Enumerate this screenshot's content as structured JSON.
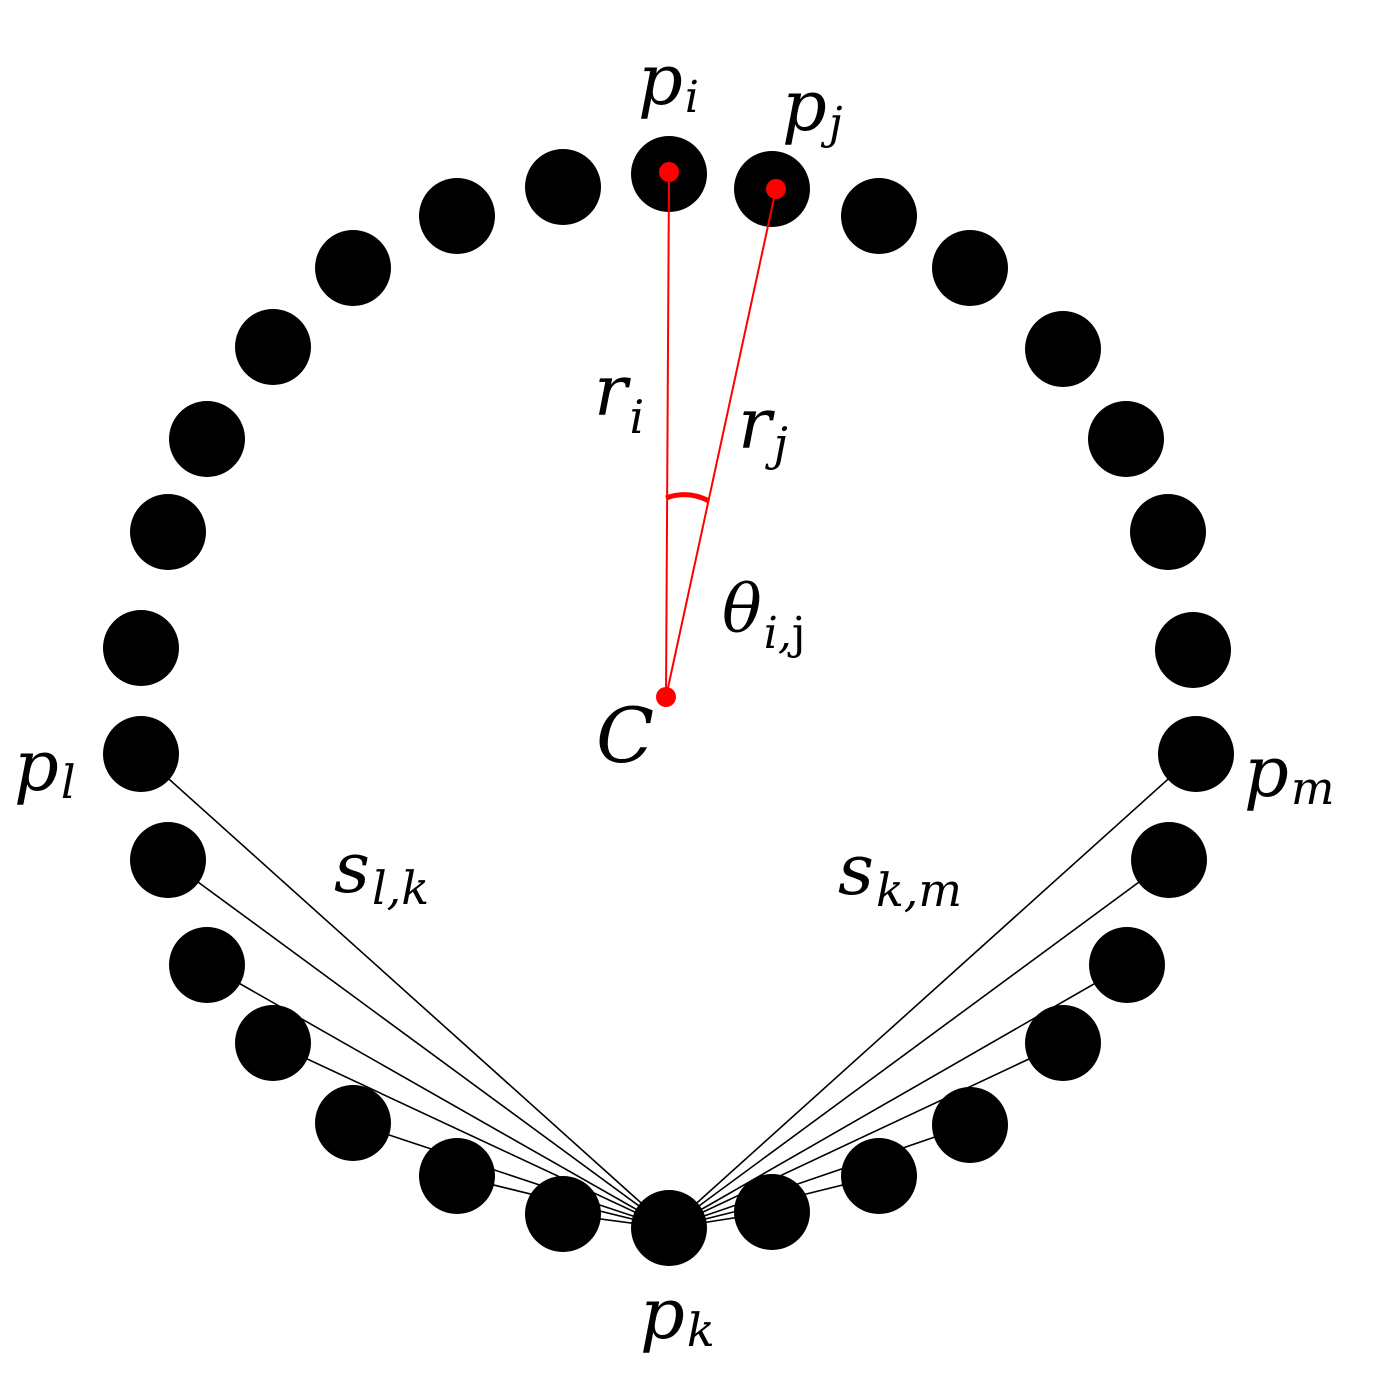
{
  "colors": {
    "node": "#000000",
    "accent": "#ff0000",
    "line": "#000000",
    "background": "#ffffff"
  },
  "labels": {
    "p_i": {
      "base": "p",
      "sub": "i"
    },
    "p_j": {
      "base": "p",
      "sub": "j"
    },
    "r_i": {
      "base": "r",
      "sub": "i"
    },
    "r_j": {
      "base": "r",
      "sub": "j"
    },
    "theta": {
      "base": "θ",
      "sub_italic": "i,",
      "sub_upright": "j"
    },
    "center": {
      "base": "C"
    },
    "p_l": {
      "base": "p",
      "sub": "l"
    },
    "p_m": {
      "base": "p",
      "sub": "m"
    },
    "s_lk": {
      "base": "s",
      "sub": "l,k"
    },
    "s_km": {
      "base": "s",
      "sub": "k,m"
    },
    "p_k": {
      "base": "p",
      "sub": "k"
    }
  }
}
